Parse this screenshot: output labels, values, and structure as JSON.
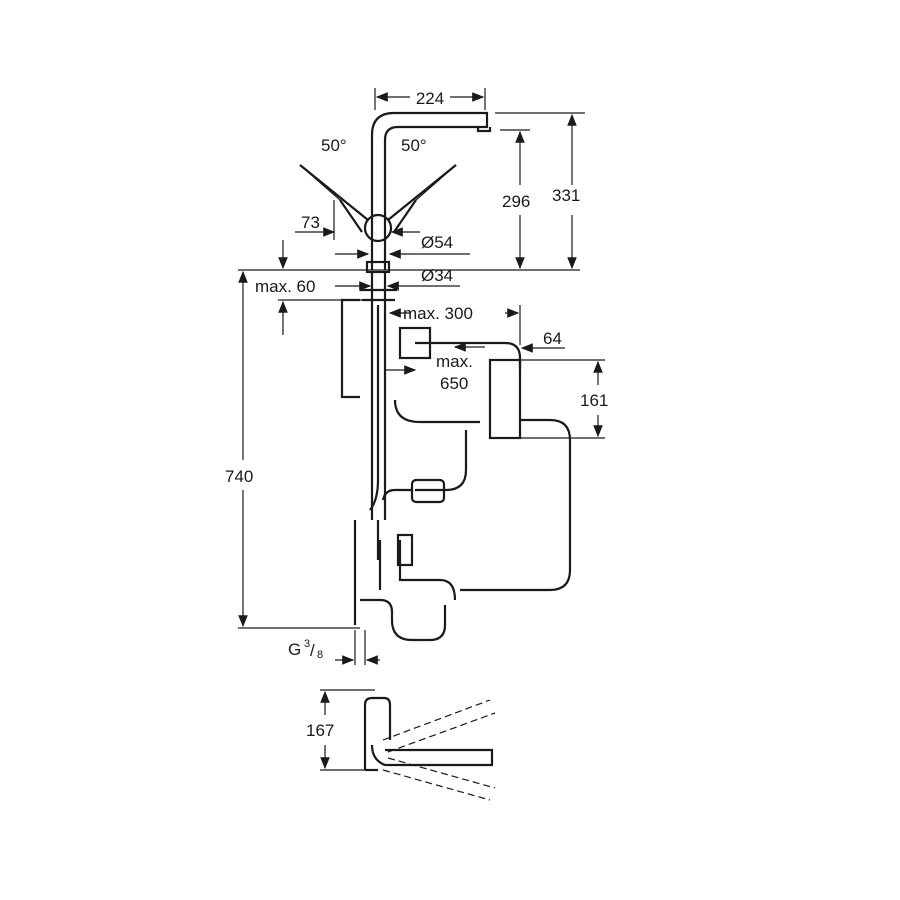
{
  "dimensions": {
    "spout_reach": "224",
    "angle_left": "50°",
    "angle_right": "50°",
    "spout_height": "296",
    "total_height": "331",
    "lever": "73",
    "body_diameter": "Ø54",
    "shank_diameter": "Ø34",
    "max_deck": "max. 60",
    "max_distance": "max. 300",
    "box_depth": "64",
    "max_cable_1": "max.",
    "max_cable_2": "650",
    "box_height": "161",
    "install_depth": "740",
    "thread_g": "G",
    "thread_num": "3",
    "thread_den": "8",
    "bottom_height": "167"
  }
}
